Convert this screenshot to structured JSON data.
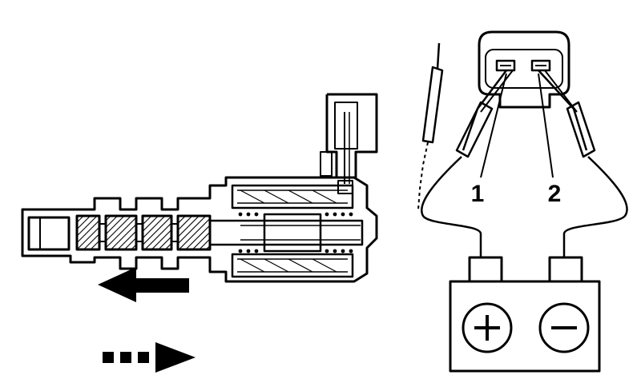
{
  "diagram": {
    "terminal_labels": [
      "1",
      "2"
    ],
    "battery": {
      "positive_symbol": "+",
      "negative_symbol": "−"
    },
    "arrows": [
      {
        "style": "solid",
        "direction": "left"
      },
      {
        "style": "dashed",
        "direction": "right"
      }
    ],
    "colors": {
      "ink": "#000000",
      "paper": "#ffffff"
    }
  }
}
